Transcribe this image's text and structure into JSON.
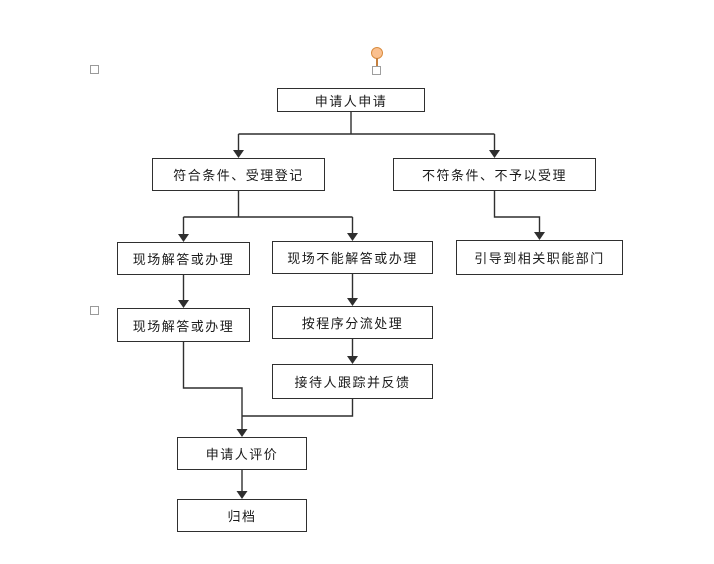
{
  "diagram": {
    "type": "flowchart",
    "language": "zh-CN"
  },
  "colors": {
    "background": "#ffffff",
    "line": "#2f2f2f",
    "node_border": "#2f2f2f",
    "node_fill": "#ffffff",
    "text": "#1a1a1a",
    "rotation_handle_fill": "#fac08f",
    "rotation_handle_border": "#d98c3f",
    "rotation_stem": "#c47f3e",
    "selection_square_border": "#9e9e9e",
    "anchor_border": "#9a9a9a"
  },
  "nodes": [
    {
      "id": "apply",
      "label": "申请人申请"
    },
    {
      "id": "accept",
      "label": "符合条件、受理登记"
    },
    {
      "id": "reject",
      "label": "不符条件、不予以受理"
    },
    {
      "id": "onsite-answer-1",
      "label": "现场解答或办理"
    },
    {
      "id": "cannot-answer",
      "label": "现场不能解答或办理"
    },
    {
      "id": "guide",
      "label": "引导到相关职能部门"
    },
    {
      "id": "onsite-answer-2",
      "label": "现场解答或办理"
    },
    {
      "id": "procedure",
      "label": "按程序分流处理"
    },
    {
      "id": "track-feedback",
      "label": "接待人跟踪并反馈"
    },
    {
      "id": "evaluate",
      "label": "申请人评价"
    },
    {
      "id": "archive",
      "label": "归档"
    }
  ],
  "edges": [
    {
      "from": "apply",
      "to": "accept"
    },
    {
      "from": "apply",
      "to": "reject"
    },
    {
      "from": "accept",
      "to": "onsite-answer-1"
    },
    {
      "from": "accept",
      "to": "cannot-answer"
    },
    {
      "from": "reject",
      "to": "guide"
    },
    {
      "from": "onsite-answer-1",
      "to": "onsite-answer-2"
    },
    {
      "from": "cannot-answer",
      "to": "procedure"
    },
    {
      "from": "procedure",
      "to": "track-feedback"
    },
    {
      "from": "onsite-answer-2",
      "to": "evaluate"
    },
    {
      "from": "track-feedback",
      "to": "evaluate"
    },
    {
      "from": "evaluate",
      "to": "archive"
    }
  ]
}
